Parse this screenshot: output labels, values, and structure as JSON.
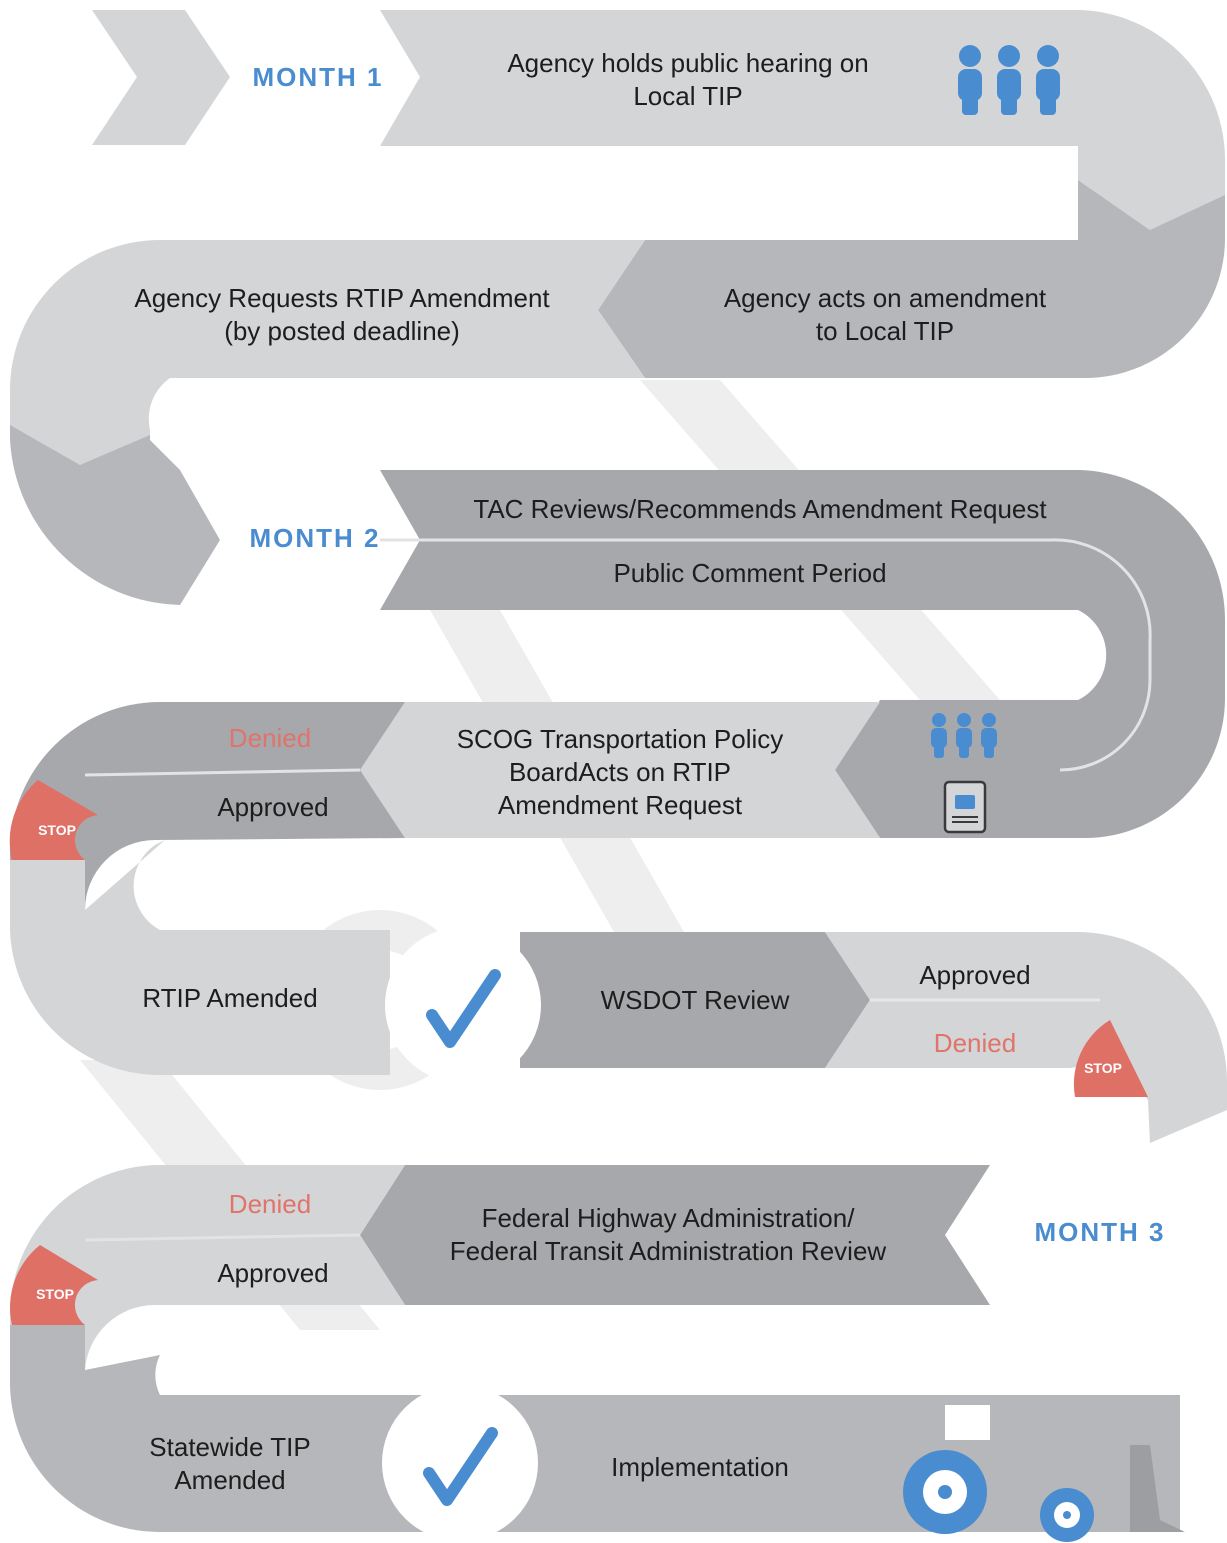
{
  "months": {
    "m1": "MONTH 1",
    "m2": "MONTH 2",
    "m3": "MONTH 3"
  },
  "steps": {
    "public_hearing": [
      "Agency holds public hearing on",
      "Local TIP"
    ],
    "acts_on_amendment": [
      "Agency acts on amendment",
      "to Local TIP"
    ],
    "requests_rtip": [
      "Agency Requests RTIP Amendment",
      "(by posted deadline)"
    ],
    "tac_reviews": "TAC Reviews/Recommends Amendment Request",
    "public_comment": "Public Comment Period",
    "scog_board": [
      "SCOG Transportation Policy",
      "BoardActs on RTIP",
      "Amendment Request"
    ],
    "rtip_amended": "RTIP Amended",
    "wsdot_review": "WSDOT Review",
    "fhwa_fta_review": [
      "Federal Highway Administration/",
      "Federal Transit Administration Review"
    ],
    "statewide_tip_amended": [
      "Statewide TIP",
      "Amended"
    ],
    "implementation": "Implementation"
  },
  "outcomes": {
    "denied": "Denied",
    "approved": "Approved",
    "stop": "STOP"
  },
  "colors": {
    "road_light": "#d4d5d7",
    "road_mid": "#b6b7ba",
    "road_dark": "#a7a8ab",
    "accent_blue": "#4a8cd0",
    "stop_red": "#de7066",
    "denied_text": "#e0736a"
  },
  "icons": [
    "people-icon",
    "thumbs-up-document-icon",
    "checkmark-icon",
    "tractor-icon",
    "stop-sign-icon"
  ]
}
